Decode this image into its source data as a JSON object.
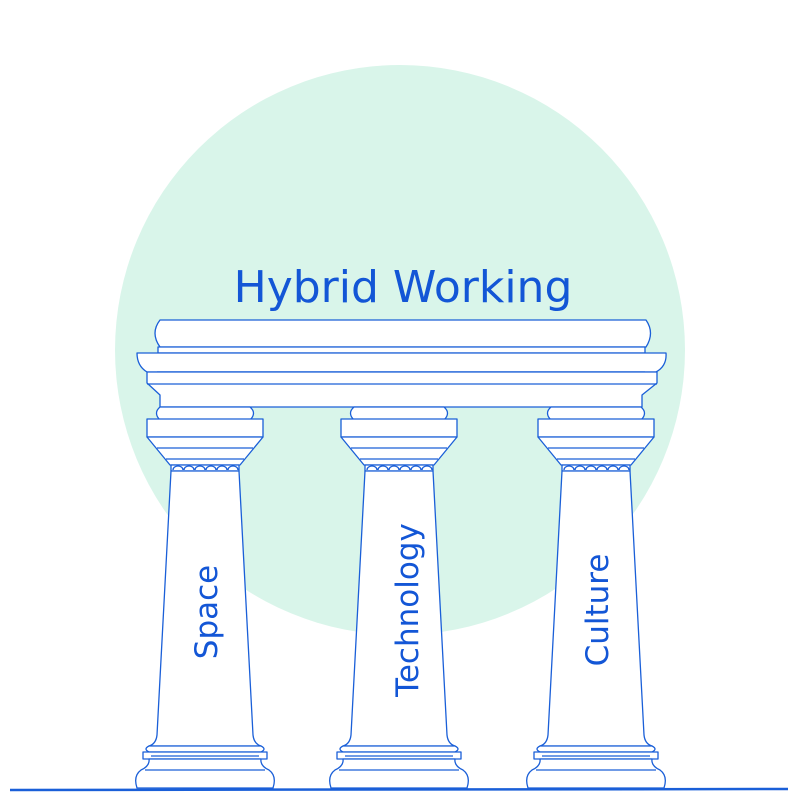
{
  "title": "Hybrid Working",
  "pillars": [
    {
      "label": "Space"
    },
    {
      "label": "Technology"
    },
    {
      "label": "Culture"
    }
  ],
  "colors": {
    "circle": "#d9f5ea",
    "line": "#1a5fd8",
    "text": "#1356d6"
  }
}
